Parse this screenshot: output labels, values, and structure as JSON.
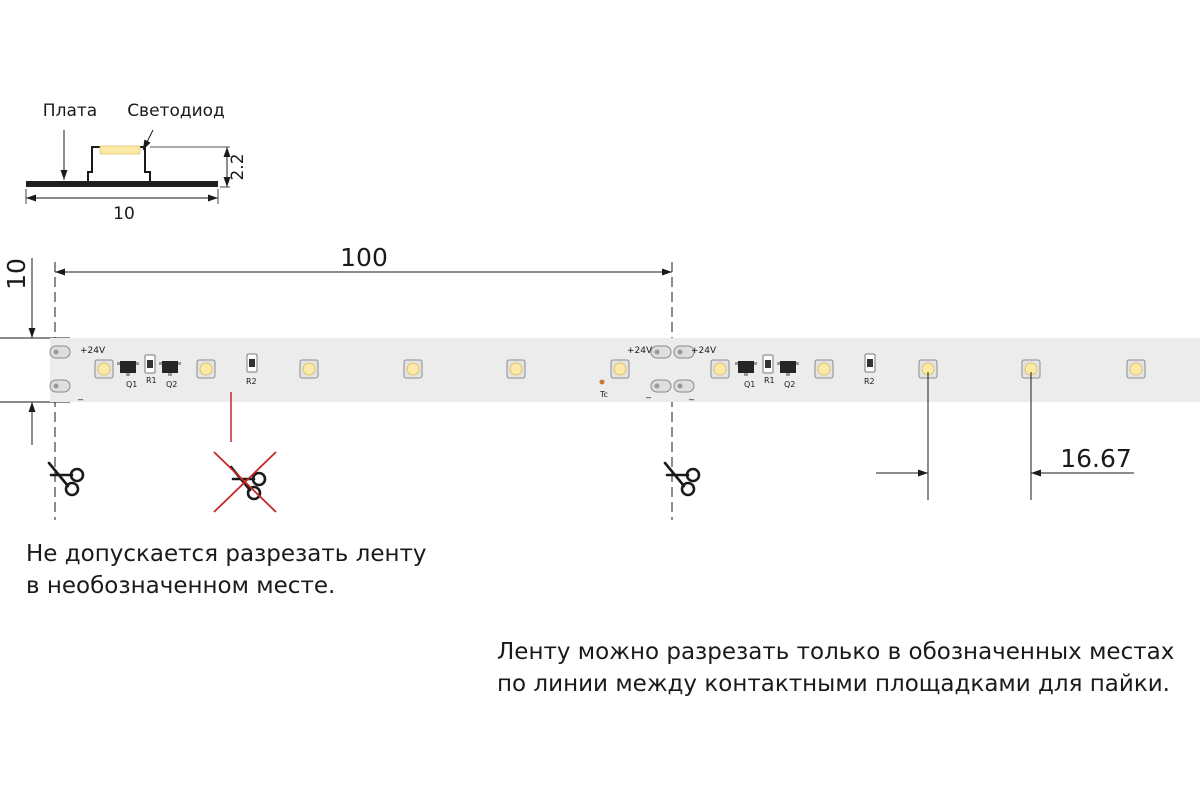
{
  "profile": {
    "board_label": "Плата",
    "led_label": "Светодиод",
    "height_label": "2.2",
    "width_label": "10"
  },
  "strip": {
    "segment_length_label": "100",
    "strip_width_label": "10",
    "led_pitch_label": "16.67",
    "silkscreen": {
      "plus": "+24V",
      "minus": "_",
      "q1": "Q1",
      "r1": "R1",
      "q2": "Q2",
      "r2": "R2",
      "tc": "Tc"
    }
  },
  "notes": {
    "forbidden_line1": "Не допускается разрезать ленту",
    "forbidden_line2": "в необозначенном месте.",
    "allowed_line1": "Ленту можно разрезать только в обозначенных местах",
    "allowed_line2": "по линии между контактными площадками для пайки."
  },
  "colors": {
    "strip_fill": "#ececec",
    "led_yellow": "#fbe9a8",
    "forbidden_red": "#c62828",
    "ink": "#1a1a1a"
  },
  "icons": {
    "cut_mark": "scissors-icon",
    "no_cut_mark": "crossed-scissors-icon"
  }
}
